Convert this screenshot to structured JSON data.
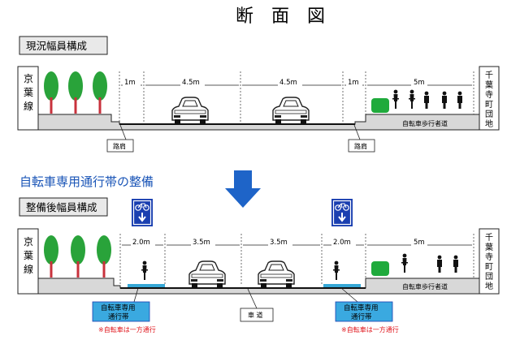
{
  "title": "断　面　図",
  "current": {
    "label": "現況幅員構成",
    "left_name": [
      "京",
      "葉",
      "線"
    ],
    "right_name": [
      "千",
      "葉",
      "寺",
      "町",
      "団",
      "地"
    ],
    "dims": [
      "1m",
      "4.5m",
      "4.5m",
      "1m",
      "5m"
    ],
    "sidewalk_label": "自転車歩行者道",
    "shoulder_left": "路肩",
    "shoulder_right": "路肩"
  },
  "heading2": "自転車専用通行帯の整備",
  "future": {
    "label": "整備後幅員構成",
    "left_name": [
      "京",
      "葉",
      "線"
    ],
    "right_name": [
      "千",
      "葉",
      "寺",
      "町",
      "団",
      "地"
    ],
    "dims": [
      "2.0m",
      "3.5m",
      "3.5m",
      "2.0m",
      "5m"
    ],
    "sidewalk_label": "自転車歩行者道",
    "roadway_label": "車 道",
    "lane_left": [
      "自転車専用",
      "通行帯"
    ],
    "lane_right": [
      "自転車専用",
      "通行帯"
    ],
    "note_left": "※自転車は一方通行",
    "note_right": "※自転車は一方通行"
  },
  "colors": {
    "title_blue": "#1a55b7",
    "arrow_blue": "#1e64c8",
    "sign_blue": "#1a3fb0",
    "lane_blue": "#35a7d6",
    "tree_green": "#29a33a",
    "trunk_red": "#c8323c",
    "ground_gray": "#d8d8d8",
    "hedge_green": "#1faa3c",
    "note_red": "#e0141b"
  }
}
